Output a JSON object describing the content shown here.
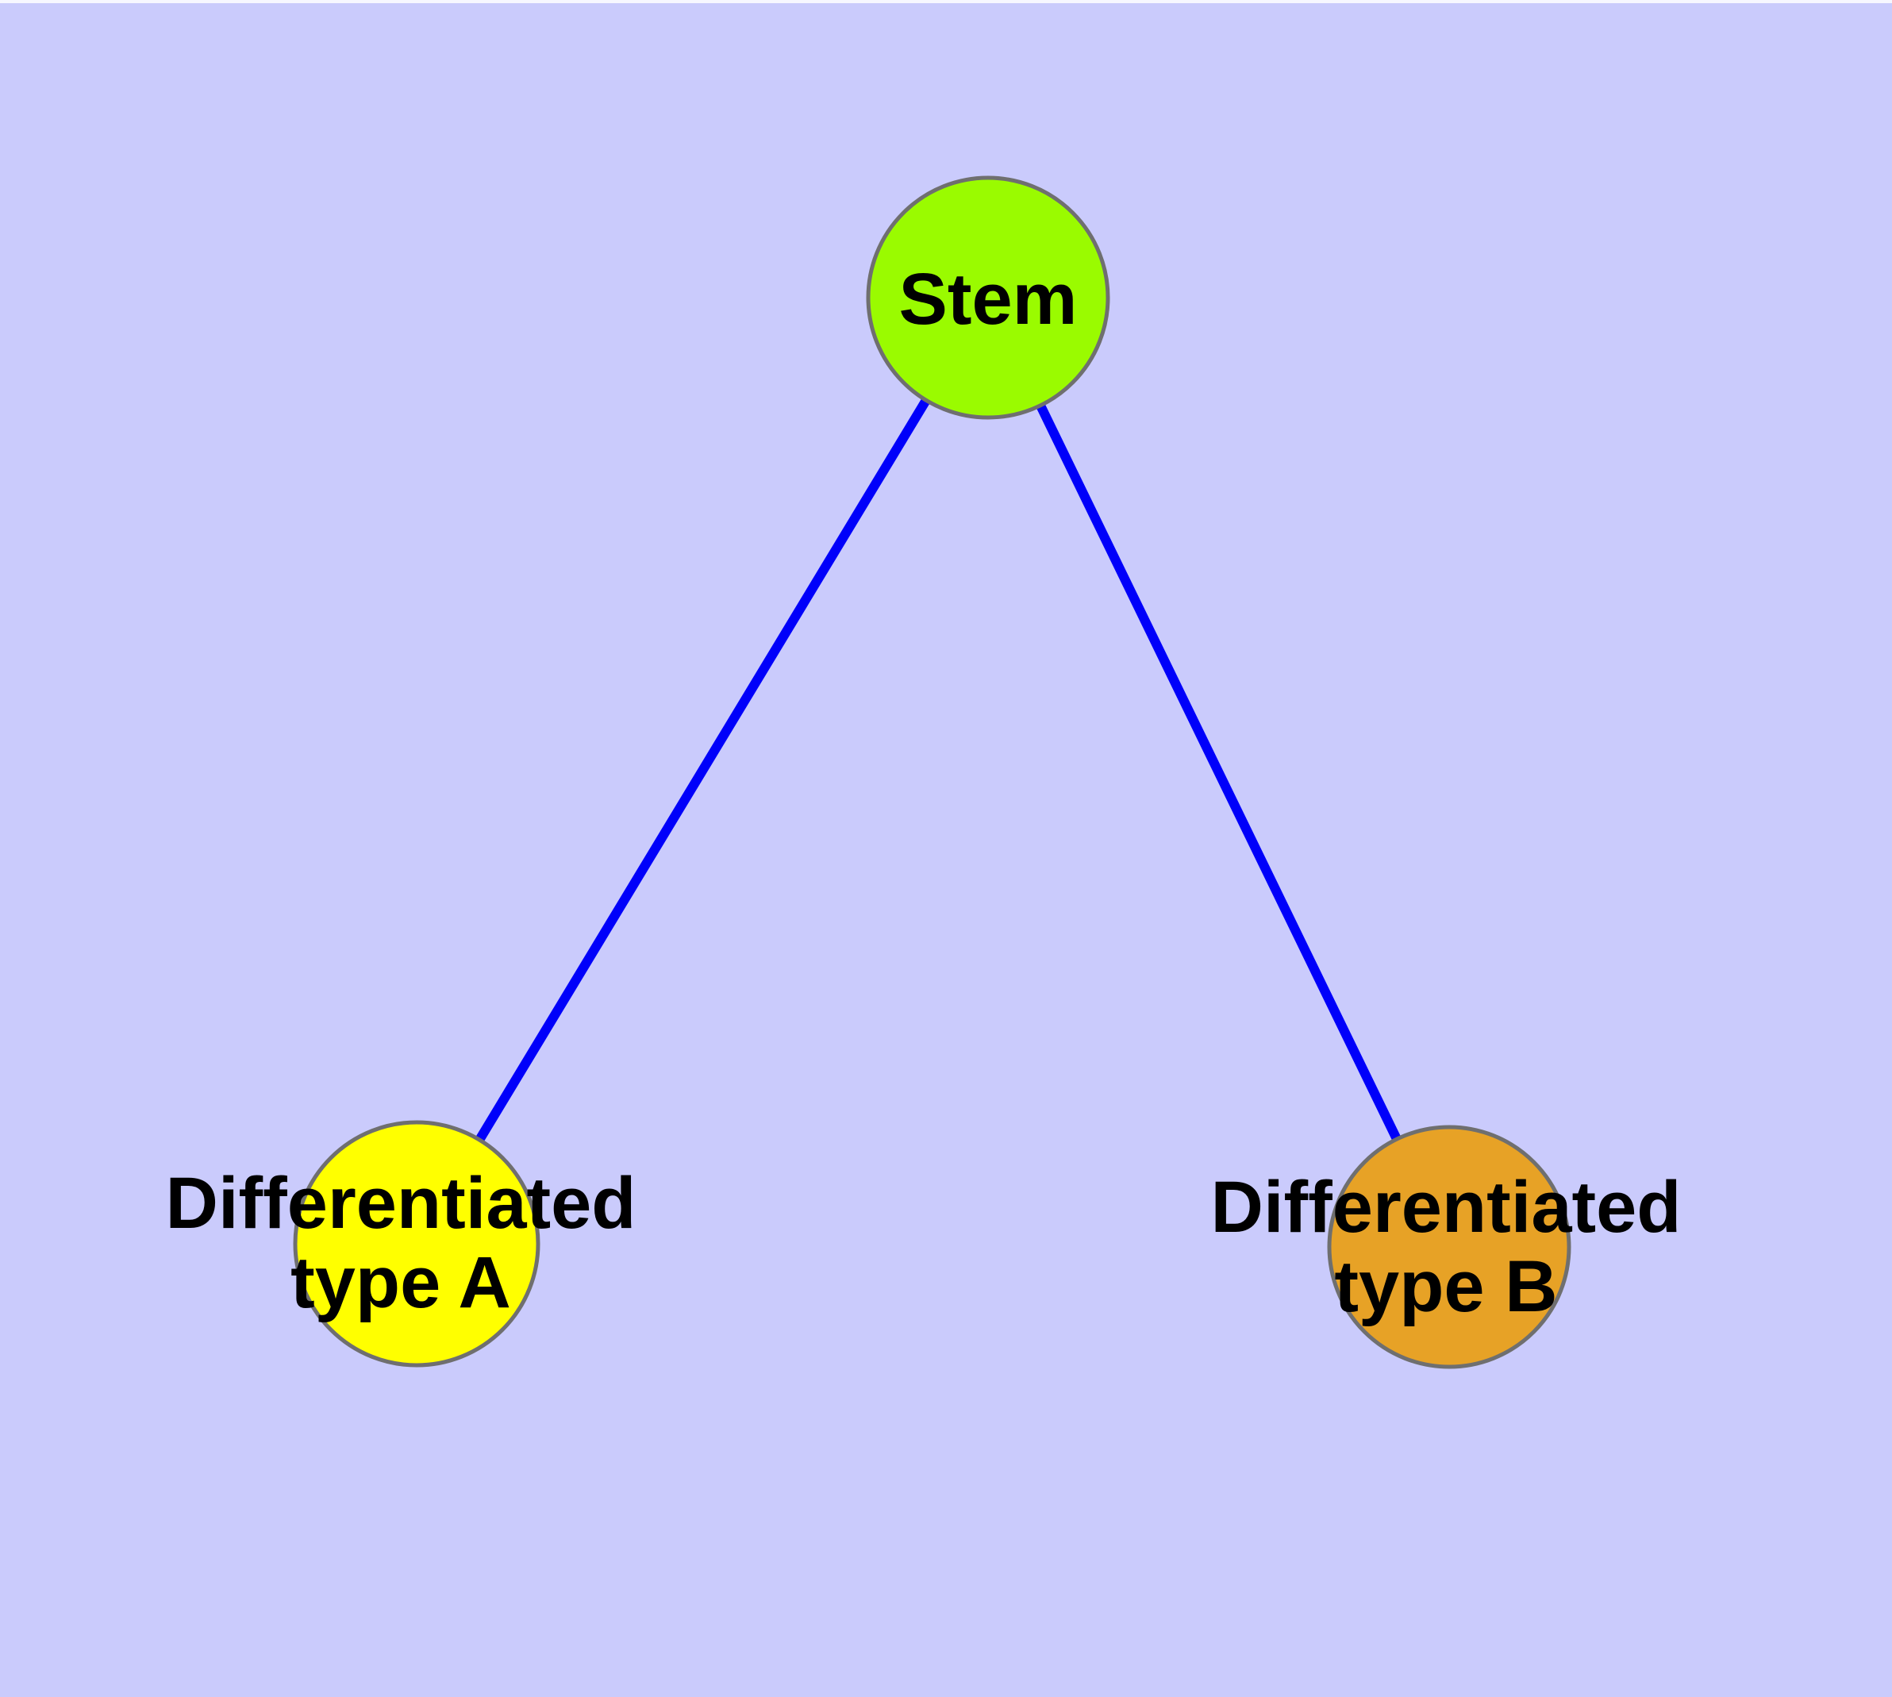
{
  "diagram": {
    "background_color": "#CACBFC",
    "top_margin_color": "#F7F7FF",
    "edge_color": "#0000FA",
    "node_border_color": "#6F6F6F",
    "nodes": {
      "stem": {
        "label": "Stem",
        "fill": "#9AFB00"
      },
      "type_a": {
        "label_line1": "Differentiated",
        "label_line2": "type A",
        "fill": "#FFFF00"
      },
      "type_b": {
        "label_line1": "Differentiated",
        "label_line2": "type B",
        "fill": "#E7A226"
      }
    },
    "edges": [
      {
        "from": "Stem",
        "to": "Differentiated type A"
      },
      {
        "from": "Stem",
        "to": "Differentiated type B"
      }
    ]
  }
}
